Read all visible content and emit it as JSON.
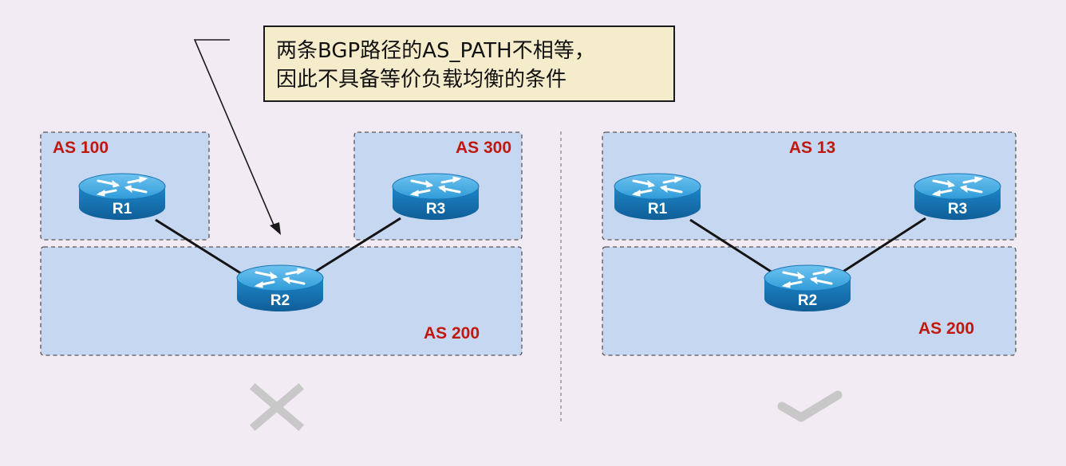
{
  "callout": {
    "line1": "两条BGP路径的AS_PATH不相等，",
    "line2": "因此不具备等价负载均衡的条件"
  },
  "left_panel": {
    "as_labels": [
      "AS 100",
      "AS 300",
      "AS 200"
    ],
    "routers": [
      "R1",
      "R2",
      "R3"
    ],
    "verdict": "cross-icon"
  },
  "right_panel": {
    "as_labels": [
      "AS 13",
      "AS 200"
    ],
    "routers": [
      "R1",
      "R2",
      "R3"
    ],
    "verdict": "check-icon"
  },
  "colors": {
    "background": "#f3ebf4",
    "as_box_fill": "#c6d8f1",
    "as_label": "#c0180f",
    "router_body": "#2a8fcf",
    "callout_fill": "#f5eccb",
    "verdict_mark": "#c8c8c8"
  }
}
